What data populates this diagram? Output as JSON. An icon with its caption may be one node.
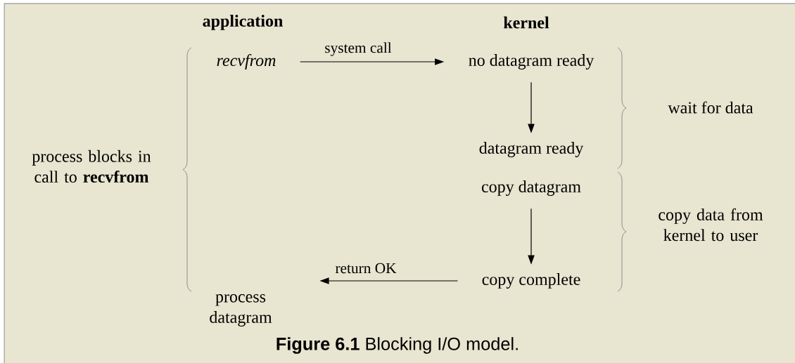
{
  "diagram": {
    "caption": "**Figure 6.1** Blocking I/O model.",
    "nodes": [
      {
        "text": [
          "recvfrom"
        ]
      },
      {
        "text": [
          "no datagram ready"
        ]
      },
      {
        "text": [
          "datagram ready"
        ]
      },
      {
        "text": [
          "copy datagram"
        ]
      },
      {
        "text": [
          "copy complete"
        ]
      },
      {
        "text": [
          "process datagram"
        ]
      }
    ],
    "edges": [
      {
        "from": 0,
        "to": 1,
        "arrow": "to",
        "label": "system call"
      },
      {
        "from": 1,
        "to": 2,
        "arrow": "to"
      },
      {
        "from": 3,
        "to": 4,
        "arrow": "to"
      },
      {
        "from": 4,
        "to": 5,
        "arrow": "to",
        "label": "return OK"
      }
    ],
    "labels": [
      "application",
      "kernel",
      "process blocks in call to **recvfrom**",
      "wait for data",
      "copy data from kernel to user"
    ]
  }
}
